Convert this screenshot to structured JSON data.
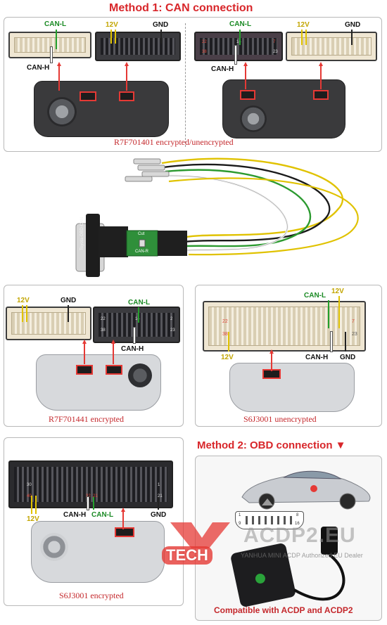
{
  "method1": {
    "title": "Method 1: CAN connection"
  },
  "method2": {
    "title": "Method 2: OBD connection ▼"
  },
  "labels": {
    "can_l": "CAN-L",
    "can_h": "CAN-H",
    "v12": "12V",
    "gnd": "GND"
  },
  "pins": {
    "p22": "22",
    "p38": "38",
    "p14": "14",
    "p7": "7",
    "p23": "23",
    "p2": "2",
    "p30": "30",
    "p40": "40",
    "p1": "1",
    "p21": "21",
    "p32": "32"
  },
  "captions": {
    "panel1": "R7F701401 encrypted/unencrypted",
    "panel2": "R7F701441 encrypted",
    "panel3": "S6J3001 unencrypted",
    "panel4": "S6J3001 encrypted",
    "compat": "Compatible with ACDP and ACDP2"
  },
  "cable": {
    "connector_label": "Toyota-OBD-CAN",
    "switch_top": "Cut",
    "switch_bottom": "CAN-R"
  },
  "obd": {
    "pin_low": "1",
    "pin_high": "8",
    "pin_9": "9",
    "pin_16": "16"
  },
  "watermark": {
    "tech": "TECH",
    "brand": "ACDP2.EU",
    "dealer": "YANHUA MINI ACDP Authorized EU Dealer"
  },
  "colors": {
    "accent": "#d8262a",
    "can_l": "#1a8a24",
    "v12": "#c2a500"
  }
}
